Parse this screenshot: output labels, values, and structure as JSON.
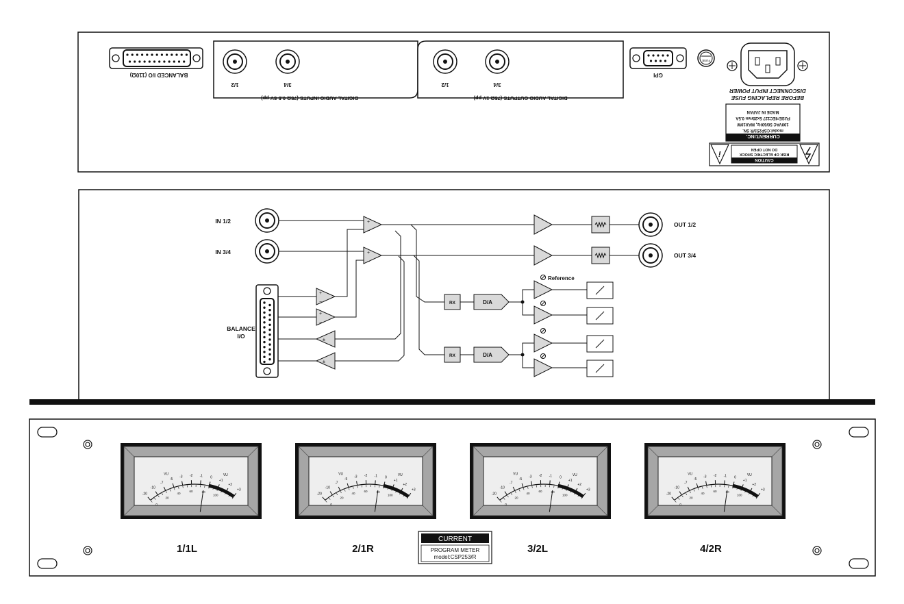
{
  "rear_panel": {
    "balanced_io": "BALANCED I/O (110Ω)",
    "digital_inputs": "DIGITAL AUDIO INPUTS (75Ω 0.5-5V-pp)",
    "digital_outputs": "DIGITAL AUDIO OUTPUTS (75Ω 1V-pp)",
    "jack_labels": [
      "1/2",
      "3/4"
    ],
    "gpi": "GPI",
    "fuse_icon_text": "FUSE",
    "warning_line1": "DISCONNECT INPUT POWER",
    "warning_line2": "BEFORE REPLACING FUSE",
    "label_brand": "CURRENT.INC.",
    "label_lines": [
      "model:CSP253/R SN.",
      "100VAC 50/60Hz, MAX10W",
      "FUSE=IEC127 5x20mm 0.5A",
      "MADE IN JAPAN"
    ],
    "caution_title": "CAUTION",
    "caution_lines": [
      "RISK OF ELECTRIC SHOCK",
      "DO NOT OPEN"
    ]
  },
  "block_diagram": {
    "in12": "IN 1/2",
    "in34": "IN 3/4",
    "out12": "OUT 1/2",
    "out34": "OUT 3/4",
    "balance_line1": "BALANCE",
    "balance_line2": "I/O",
    "rx": "RX",
    "da": "D/A",
    "reference": "Reference",
    "plus": "+",
    "minus": "−",
    "plusminus": "±"
  },
  "front_panel": {
    "meter_labels": [
      "1/1L",
      "2/1R",
      "3/2L",
      "4/2R"
    ],
    "vu": "VU",
    "scale_top": [
      "-20",
      "-10",
      "-7",
      "-5",
      "-3",
      "-2",
      "-1",
      "0",
      "+1",
      "+2",
      "+3"
    ],
    "scale_bottom": [
      "0",
      "20",
      "40",
      "60",
      "80",
      "100"
    ],
    "badge_brand": "CURRENT",
    "badge_line1": "PROGRAM METER",
    "badge_line2": "model:CSP253/R"
  },
  "colors": {
    "ink": "#111111",
    "amp_fill": "#d9d9d9",
    "meter_bezel": "#a6a6a6",
    "meter_face": "#eeeeee"
  }
}
